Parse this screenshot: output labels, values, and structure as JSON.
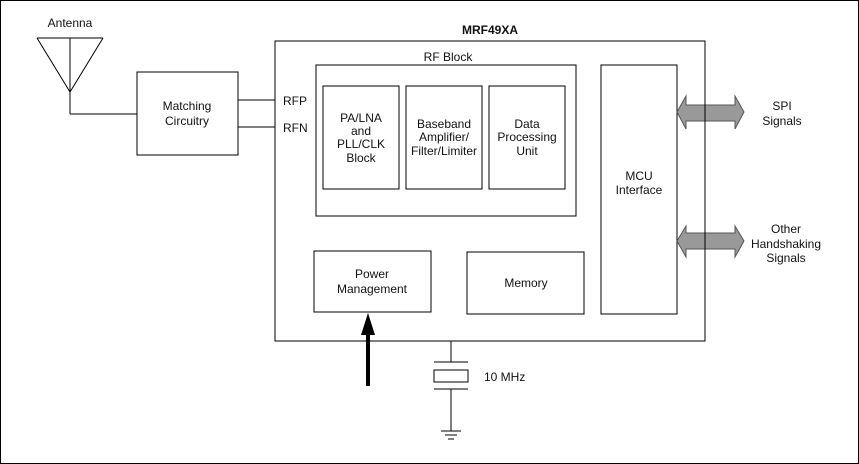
{
  "diagram": {
    "chip_title": "MRF49XA",
    "antenna_label": "Antenna",
    "matching": [
      "Matching",
      "Circuitry"
    ],
    "pins": {
      "rfp": "RFP",
      "rfn": "RFN"
    },
    "rf_block": {
      "title": "RF Block",
      "pa_lna": [
        "PA/LNA",
        "and",
        "PLL/CLK",
        "Block"
      ],
      "baseband": [
        "Baseband",
        "Amplifier/",
        "Filter/Limiter"
      ],
      "dpu": [
        "Data",
        "Processing",
        "Unit"
      ]
    },
    "mcu": [
      "MCU",
      "Interface"
    ],
    "power": [
      "Power",
      "Management"
    ],
    "memory": "Memory",
    "spi": [
      "SPI",
      "Signals"
    ],
    "handshake": [
      "Other",
      "Handshaking",
      "Signals"
    ],
    "crystal": "10 MHz",
    "colors": {
      "arrow_fill": "#999999",
      "arrow_stroke": "#555555",
      "line": "#000000"
    }
  }
}
